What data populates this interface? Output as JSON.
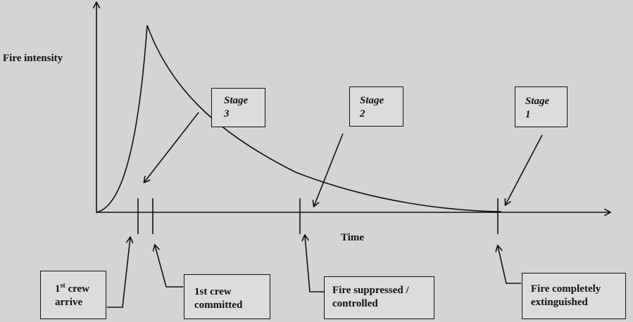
{
  "axes": {
    "y_label": "Fire intensity",
    "x_label": "Time"
  },
  "stages": [
    {
      "word": "Stage",
      "number": "3"
    },
    {
      "word": "Stage",
      "number": "2"
    },
    {
      "word": "Stage",
      "number": "1"
    }
  ],
  "events": {
    "first_crew_arrive": {
      "prefix": "1",
      "sup": "st",
      "rest": " crew",
      "line2": "arrive"
    },
    "first_crew_committed": {
      "line1": "1st crew",
      "line2": "committed"
    },
    "fire_suppressed": {
      "line1": "Fire suppressed /",
      "line2": "controlled"
    },
    "fire_extinguished": {
      "line1": "Fire completely",
      "line2": "extinguished"
    }
  }
}
